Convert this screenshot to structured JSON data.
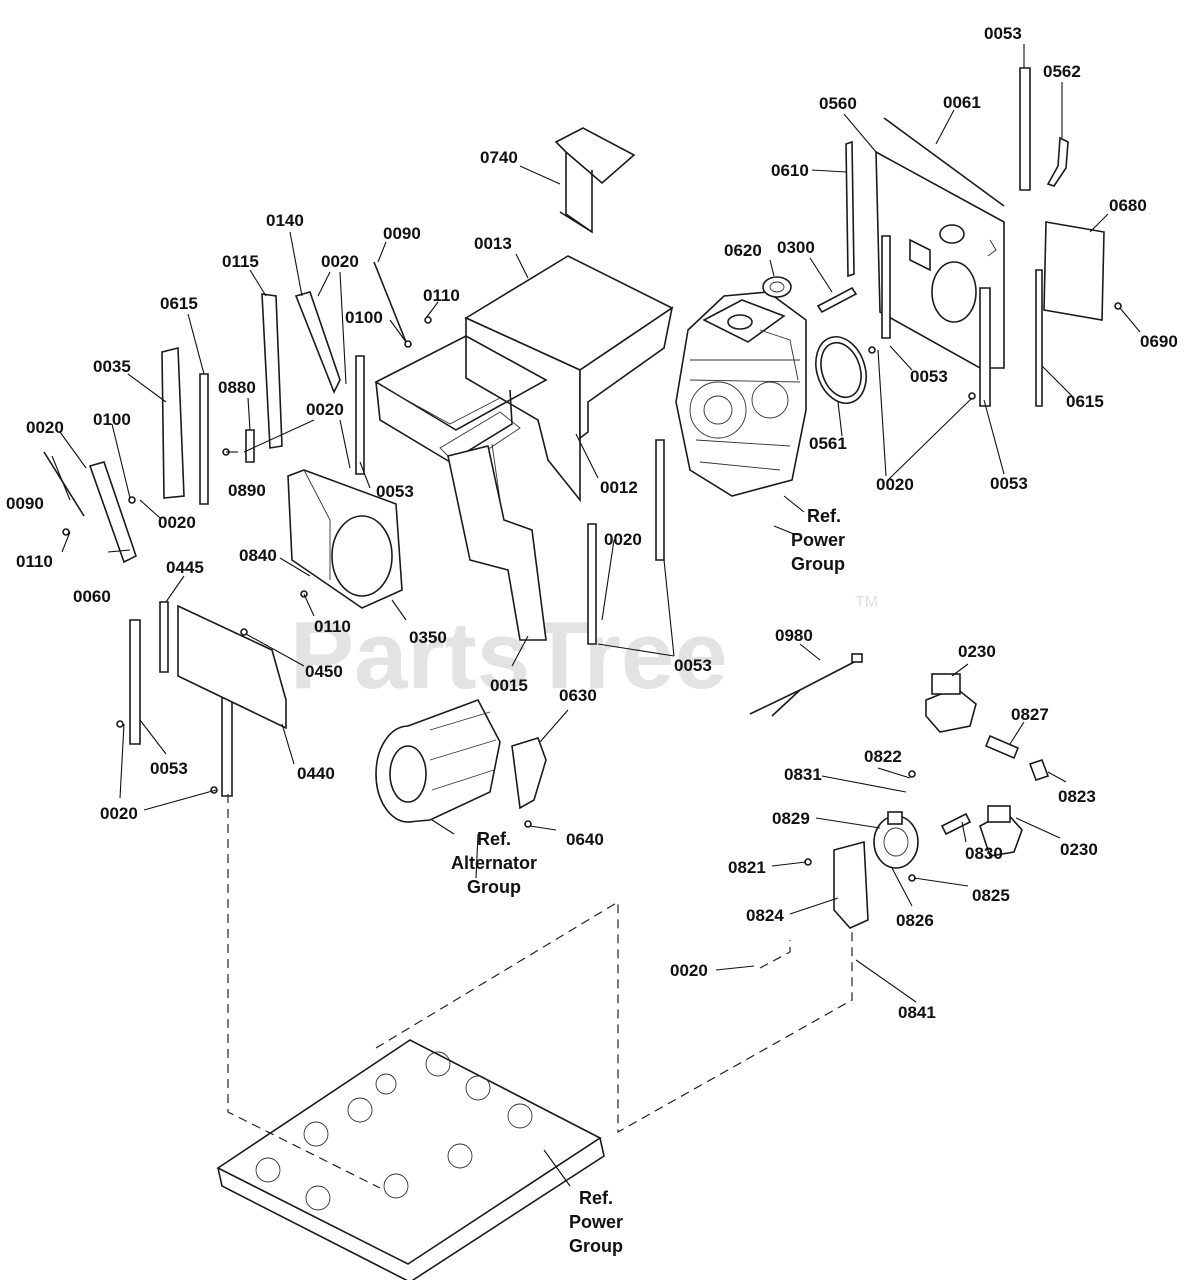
{
  "watermark": {
    "text": "PartsTree",
    "tm": "TM"
  },
  "labels": [
    "0053",
    "0562",
    "0560",
    "0061",
    "0740",
    "0610",
    "0680",
    "0013",
    "0620",
    "0300",
    "0140",
    "0090",
    "0020",
    "0115",
    "0110",
    "0100",
    "0690",
    "0615",
    "0053",
    "0035",
    "0880",
    "0020",
    "0615",
    "0020",
    "0100",
    "0053",
    "0012",
    "0561",
    "0020",
    "0053",
    "0090",
    "0890",
    "0020",
    "0020",
    "0110",
    "0840",
    "0445",
    "0060",
    "0110",
    "0350",
    "0053",
    "0015",
    "0980",
    "0230",
    "0450",
    "0630",
    "0827",
    "0440",
    "0053",
    "0822",
    "0831",
    "0823",
    "0020",
    "0640",
    "0829",
    "0830",
    "0230",
    "0821",
    "0825",
    "0824",
    "0826",
    "0020",
    "0841"
  ],
  "refs": {
    "power_group_top": [
      "Ref.",
      "Power",
      "Group"
    ],
    "alternator_group": [
      "Ref.",
      "Alternator",
      "Group"
    ],
    "power_group_bottom": [
      "Ref.",
      "Power",
      "Group"
    ]
  }
}
